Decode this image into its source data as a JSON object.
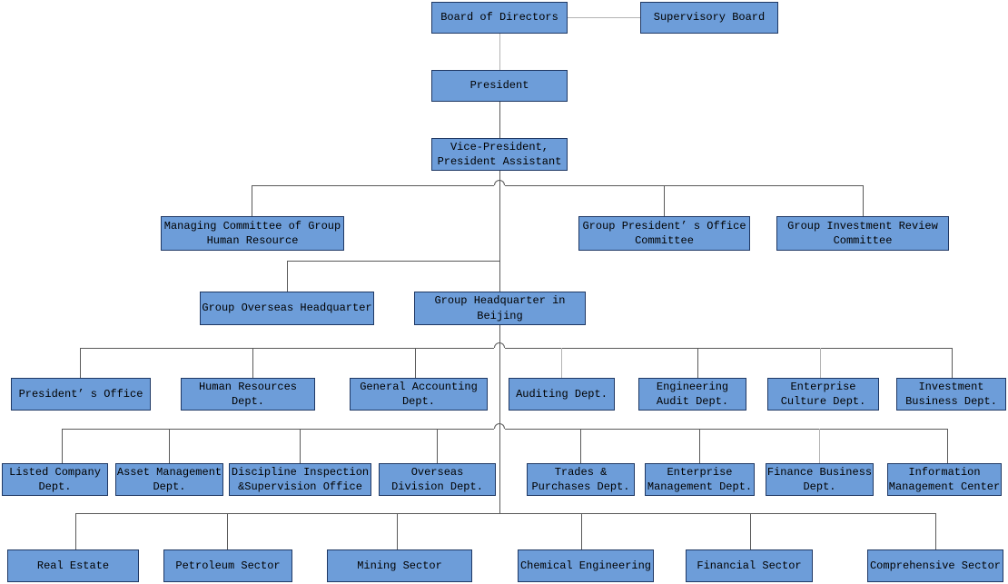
{
  "colors": {
    "box_fill": "#6D9DD9",
    "box_border": "#1F3864",
    "connector_dark": "#595959",
    "connector_light": "#B3B3B3",
    "text": "#000000",
    "background": "#FFFFFF"
  },
  "nodes": {
    "board": {
      "label": "Board of Directors"
    },
    "supervisory_board": {
      "label": "Supervisory Board"
    },
    "president": {
      "label": "President"
    },
    "vice_president": {
      "label": "Vice-President,\nPresident Assistant"
    },
    "managing_committee_hr": {
      "label": "Managing Committee of Group\nHuman Resource"
    },
    "group_presidents_office_committee": {
      "label": "Group President’ s Office\nCommittee"
    },
    "group_investment_review_committee": {
      "label": "Group Investment Review\nCommittee"
    },
    "group_overseas_hq": {
      "label": "Group Overseas Headquarter"
    },
    "group_hq_beijing": {
      "label": "Group Headquarter in\nBeijing"
    },
    "presidents_office": {
      "label": "President’ s Office"
    },
    "human_resources": {
      "label": "Human Resources\nDept."
    },
    "general_accounting": {
      "label": "General Accounting\nDept."
    },
    "auditing": {
      "label": "Auditing Dept."
    },
    "engineering_audit": {
      "label": "Engineering\nAudit Dept."
    },
    "enterprise_culture": {
      "label": "Enterprise\nCulture Dept."
    },
    "investment_business": {
      "label": "Investment\nBusiness Dept."
    },
    "listed_company": {
      "label": "Listed Company\nDept."
    },
    "asset_management": {
      "label": "Asset Management\nDept."
    },
    "discipline_inspection": {
      "label": "Discipline Inspection\n&Supervision Office"
    },
    "overseas_division": {
      "label": "Overseas\nDivision Dept."
    },
    "trades_purchases": {
      "label": "Trades &\nPurchases Dept."
    },
    "enterprise_management": {
      "label": "Enterprise\nManagement Dept."
    },
    "finance_business": {
      "label": "Finance Business\nDept."
    },
    "information_management": {
      "label": "Information\nManagement Center"
    },
    "real_estate": {
      "label": "Real Estate"
    },
    "petroleum": {
      "label": "Petroleum Sector"
    },
    "mining": {
      "label": "Mining Sector"
    },
    "chemical": {
      "label": "Chemical Engineering"
    },
    "financial": {
      "label": "Financial Sector"
    },
    "comprehensive": {
      "label": "Comprehensive Sector"
    }
  }
}
